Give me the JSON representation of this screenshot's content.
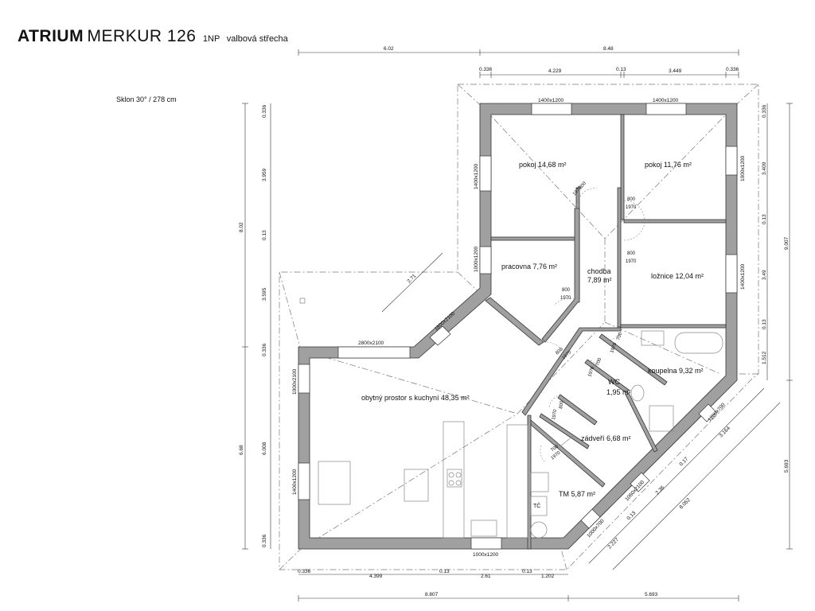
{
  "header": {
    "brand": "ATRIUM",
    "model": "MERKUR 126",
    "floor": "1NP",
    "roof": "valbová střecha"
  },
  "roof_slope": "Sklon 30° / 278 cm",
  "rooms": {
    "pokoj1": "pokoj 14,68 m²",
    "pokoj2": "pokoj 11,76 m²",
    "pracovna": "pracovna 7,76 m²",
    "chodba_1": "chodba",
    "chodba_2": "7,89 m²",
    "loznice": "ložnice 12,04 m²",
    "obytny": "obytný prostor s kuchyní 48,35 m²",
    "koupelna": "koupelna 9,32 m²",
    "wc_1": "WC",
    "wc_2": "1,95 m²",
    "zadveri": "zádveří 6,68 m²",
    "tm": "TM 5,87 m²",
    "tc": "TČ"
  },
  "windows": {
    "w_top1": "1400x1200",
    "w_top2": "1400x1200",
    "w_left_pokoj": "1400x1200",
    "w_left_pracovna": "1000x1200",
    "w_right_pokoj2": "1000x1200",
    "w_right_loznice": "1400x1200",
    "w_living_top": "2800x2100",
    "w_living_diag": "1800x2100",
    "w_living_left1": "1000x2100",
    "w_living_left2": "1400x1200",
    "w_bottom": "1000x1200",
    "w_diag1": "1200x700",
    "w_diag2": "1060x2100",
    "w_diag3": "1000x700"
  },
  "doors": {
    "d_pokoj1_w": "800",
    "d_pokoj1_h": "1970",
    "d_pokoj2_w": "800",
    "d_pokoj2_h": "1970",
    "d_loznice_w": "800",
    "d_loznice_h": "1970",
    "d_pracovna_w": "800",
    "d_pracovna_h": "1970",
    "d_chodba_w": "800",
    "d_chodba_h": "1970",
    "d_koupelna_w": "700",
    "d_koupelna_h": "1970",
    "d_wc_w": "700",
    "d_wc_h": "1970",
    "d_zadveri_w": "800",
    "d_zadveri_h": "1970",
    "d_tm_w": "700",
    "d_tm_h": "1970"
  },
  "dims_top": {
    "total_a": "6.02",
    "total_b": "8.48",
    "p1": "0.336",
    "p2": "4.229",
    "p3": "0.13",
    "p4": "3.449",
    "p5": "0.336"
  },
  "dims_left": {
    "total_a": "8.02",
    "total_b": "6.68",
    "p1": "0.336",
    "p2": "3.959",
    "p3": "0.13",
    "p4": "3.595",
    "p5": "0.336",
    "p6": "6.008",
    "p7": "0.336"
  },
  "dims_right": {
    "total_a": "9.007",
    "total_b": "5.693",
    "p1": "0.336",
    "p2": "3.409",
    "p3": "0.13",
    "p4": "3.49",
    "p5": "0.13",
    "p6": "1.512"
  },
  "dims_bottom": {
    "total_a": "8.807",
    "total_b": "5.693",
    "p1": "0.336",
    "p2": "4.399",
    "p3": "0.13",
    "p4": "2.61",
    "p5": "0.13",
    "p6": "1.202"
  },
  "dims_diag": {
    "d1": "2.71",
    "d2": "3.164",
    "d3": "0.17",
    "d4": "2.36",
    "d5": "0.13",
    "d6": "2.227",
    "d7": "8.052"
  },
  "colors": {
    "wall": "#a0a0a0",
    "line": "#222222",
    "dash": "#777777",
    "fixture": "#888888"
  }
}
